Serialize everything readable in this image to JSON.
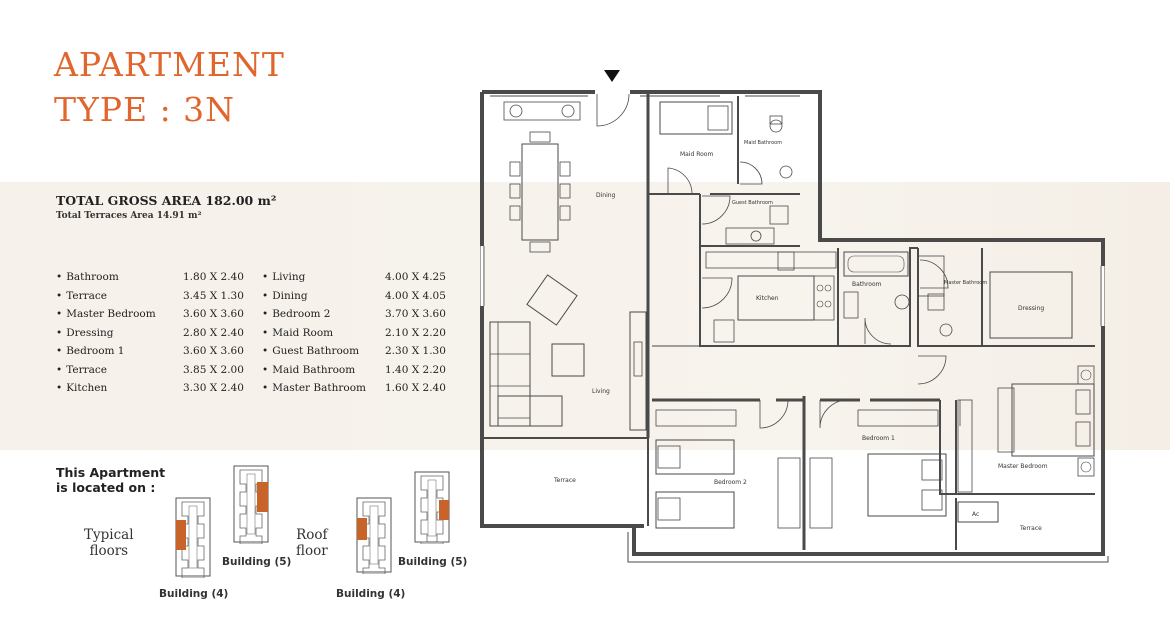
{
  "header": {
    "title_line1": "APARTMENT",
    "title_line2": "TYPE : 3N"
  },
  "areas": {
    "total_gross": "TOTAL GROSS AREA 182.00 m²",
    "total_terraces": "Total Terraces Area 14.91 m²"
  },
  "rooms_col1": [
    {
      "name": "Bathroom",
      "dim": "1.80 X 2.40"
    },
    {
      "name": "Terrace",
      "dim": "3.45 X 1.30"
    },
    {
      "name": "Master Bedroom",
      "dim": "3.60 X 3.60"
    },
    {
      "name": "Dressing",
      "dim": "2.80 X 2.40"
    },
    {
      "name": "Bedroom 1",
      "dim": "3.60 X 3.60"
    },
    {
      "name": "Terrace",
      "dim": "3.85 X 2.00"
    },
    {
      "name": "Kitchen",
      "dim": "3.30 X 2.40"
    }
  ],
  "rooms_col2": [
    {
      "name": "Living",
      "dim": "4.00 X 4.25"
    },
    {
      "name": "Dining",
      "dim": "4.00 X 4.05"
    },
    {
      "name": "Bedroom 2",
      "dim": "3.70 X 3.60"
    },
    {
      "name": "Maid Room",
      "dim": "2.10 X 2.20"
    },
    {
      "name": "Guest Bathroom",
      "dim": "2.30 X 1.30"
    },
    {
      "name": "Maid Bathroom",
      "dim": "1.40 X 2.20"
    },
    {
      "name": "Master Bathroom",
      "dim": "1.60 X 2.40"
    }
  ],
  "location": {
    "heading": "This Apartment\nis located on :",
    "typical": "Typical\nfloors",
    "roof": "Roof\nfloor",
    "building4": "Building (4)",
    "building5": "Building (5)"
  },
  "plan_labels": {
    "dining": "Dining",
    "living": "Living",
    "terrace": "Terrace",
    "maid_room": "Maid Room",
    "maid_bathroom": "Maid Bathroom",
    "guest_bathroom": "Guest Bathroom",
    "kitchen": "Kitchen",
    "bathroom": "Bathroom",
    "master_bathroom": "Master Bathroom",
    "dressing": "Dressing",
    "master_bedroom": "Master Bedroom",
    "bedroom1": "Bedroom 1",
    "bedroom2": "Bedroom 2",
    "ac": "Ac"
  },
  "colors": {
    "accent": "#e0662e",
    "highlight": "#c8642a",
    "wall": "#4a4a4a"
  }
}
